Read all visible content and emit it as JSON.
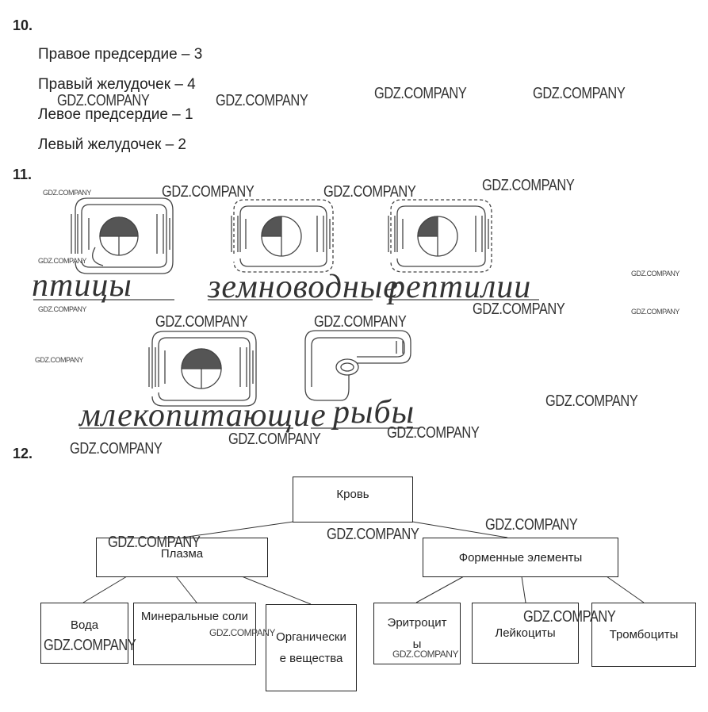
{
  "q10": {
    "number": "10.",
    "lines": [
      "Правое предсердие – 3",
      "Правый желудочек – 4",
      "Левое предсердие – 1",
      "Левый желудочек – 2"
    ]
  },
  "q11": {
    "number": "11.",
    "labels": [
      "птицы",
      "земноводные",
      "рептилии",
      "млекопитающие",
      "рыбы"
    ]
  },
  "q12": {
    "number": "12.",
    "root": "Кровь",
    "left": "Плазма",
    "right": "Форменные элементы",
    "leaves": [
      "Вода",
      "Минеральные соли",
      "Органические вещества",
      "Эритроциты",
      "Лейкоциты",
      "Тромбоциты"
    ]
  },
  "watermark": "GDZ.COMPANY"
}
